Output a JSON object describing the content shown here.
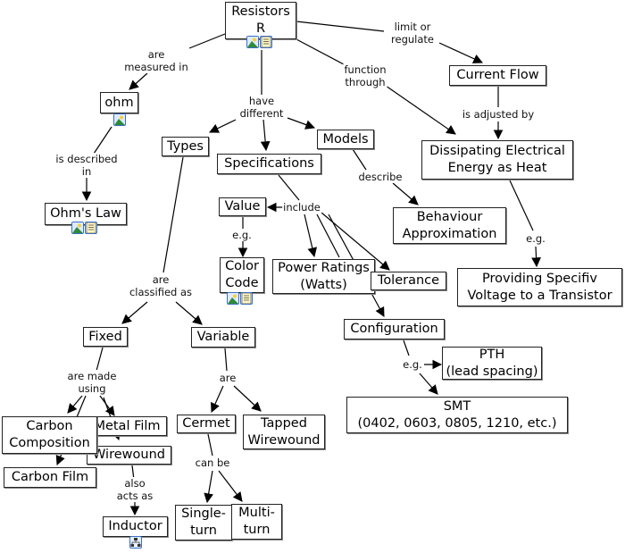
{
  "concepts": {
    "resistors": "Resistors\nR",
    "ohm": "ohm",
    "ohms_law": "Ohm's Law",
    "types": "Types",
    "specifications": "Specifications",
    "models": "Models",
    "current_flow": "Current Flow",
    "dissipating": "Dissipating Electrical\nEnergy as Heat",
    "behaviour": "Behaviour\nApproximation",
    "providing": "Providing Specifiv\nVoltage to a Transistor",
    "value": "Value",
    "color_code": "Color\nCode",
    "power": "Power Ratings\n(Watts)",
    "tolerance": "Tolerance",
    "configuration": "Configuration",
    "pth": "PTH\n(lead spacing)",
    "smt": "SMT\n(0402, 0603, 0805, 1210, etc.)",
    "fixed": "Fixed",
    "variable": "Variable",
    "metal_film": "Metal Film",
    "wirewound": "Wirewound",
    "carbon_composition": "Carbon\nComposition",
    "carbon_film": "Carbon Film",
    "inductor": "Inductor",
    "cermet": "Cermet",
    "tapped": "Tapped\nWirewound",
    "single": "Single-\nturn",
    "multi": "Multi-\nturn"
  },
  "link_labels": {
    "measured": "are\nmeasured in",
    "described": "is described\nin",
    "have": "have\ndifferent",
    "limit": "limit or\nregulate",
    "function": "function\nthrough",
    "adjusted": "is adjusted by",
    "describe": "describe",
    "include": "include",
    "eg_value": "e.g.",
    "eg_heat": "e.g.",
    "classified": "are\nclassified as",
    "eg_config": "e.g.",
    "made": "are made\nusing",
    "are": "are",
    "also": "also\nacts as",
    "canbe": "can be"
  },
  "resource_icons": {
    "resistors": [
      "image-icon",
      "document-icon"
    ],
    "ohm": [
      "image-icon"
    ],
    "ohms_law": [
      "image-icon",
      "document-icon"
    ],
    "color_code": [
      "image-icon",
      "document-icon"
    ],
    "inductor": [
      "concept-map-icon"
    ]
  }
}
